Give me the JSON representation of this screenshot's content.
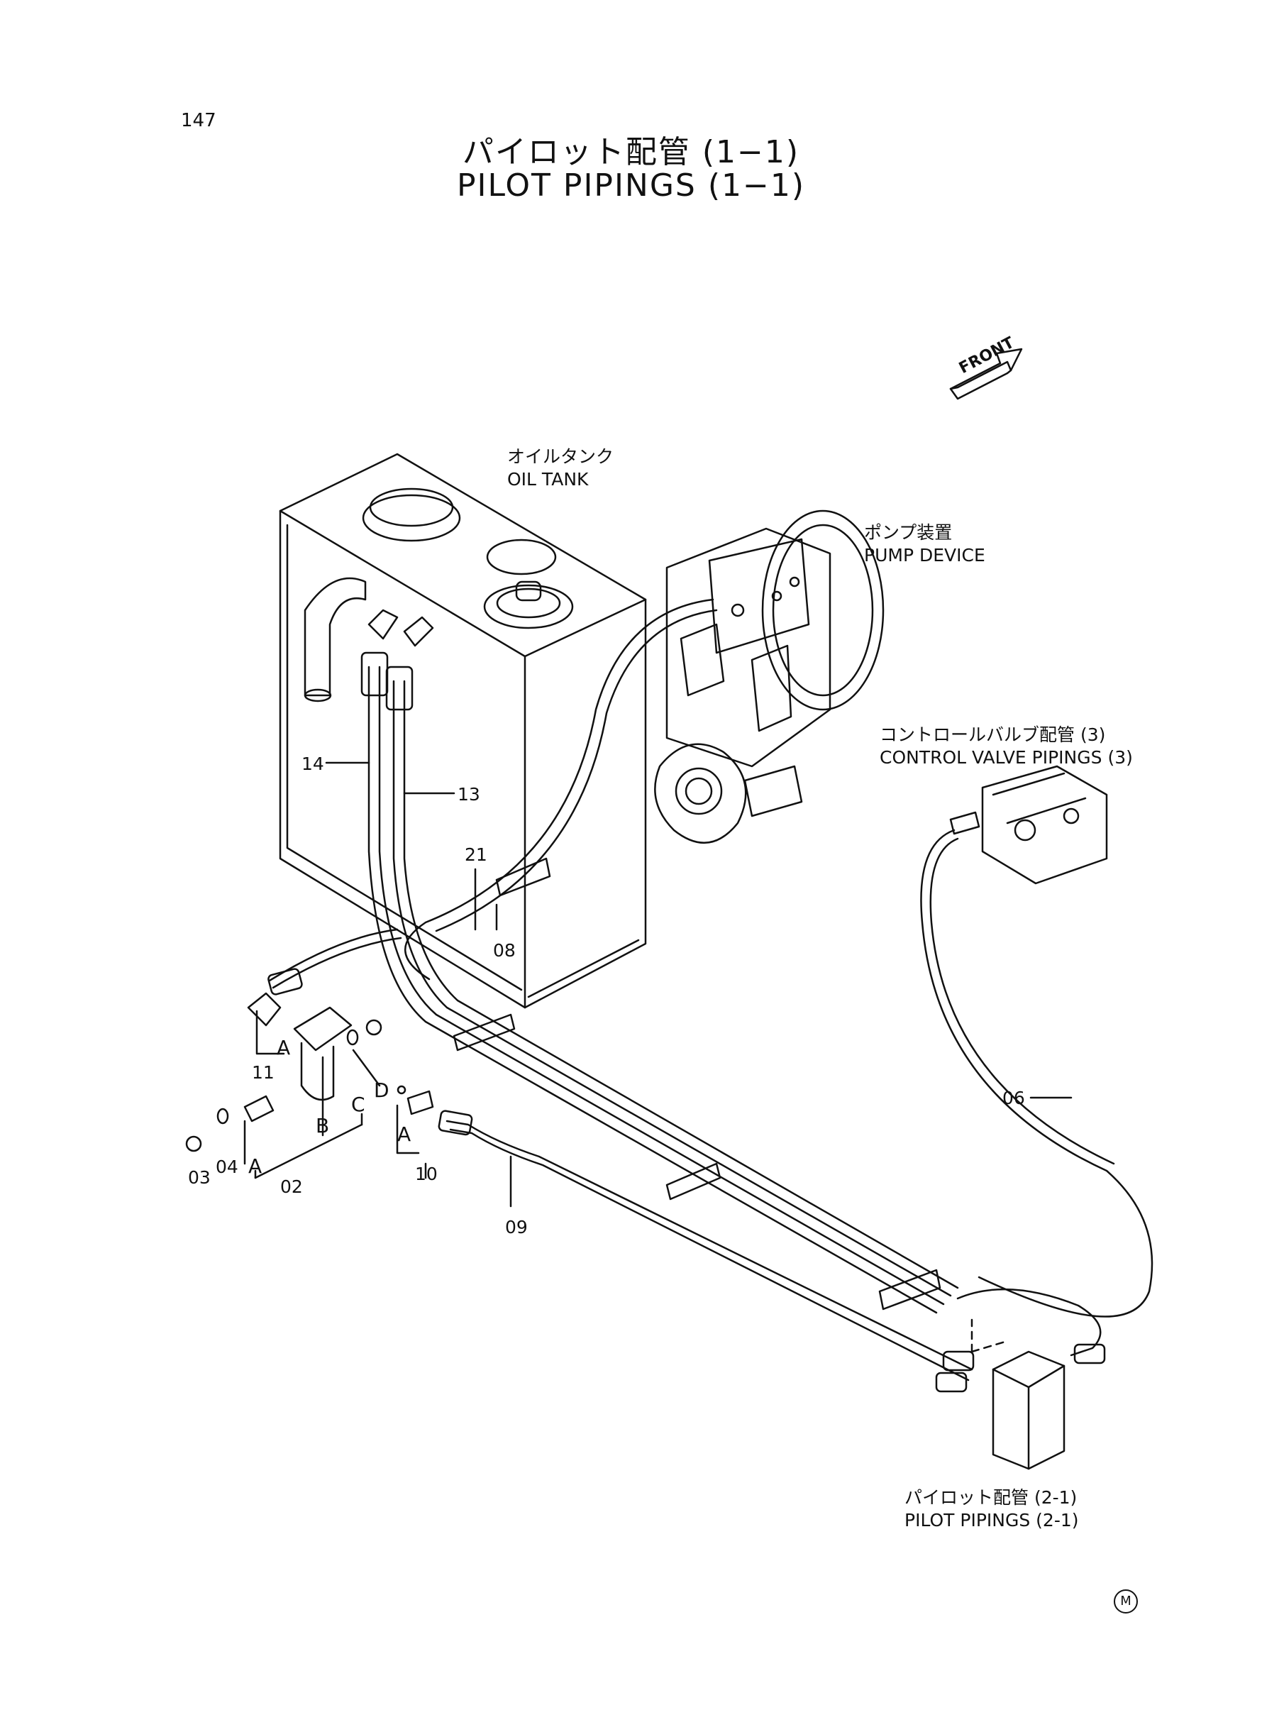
{
  "page": {
    "number": "147"
  },
  "title": {
    "ja": "パイロット配管 (1−1)",
    "en": "PILOT PIPINGS (1−1)"
  },
  "front_label": "FRONT",
  "callouts": {
    "oil_tank": {
      "ja": "オイルタンク",
      "en": "OIL TANK"
    },
    "pump_device": {
      "ja": "ポンプ装置",
      "en": "PUMP DEVICE"
    },
    "control_valve": {
      "ja": "コントロールバルブ配管 (3)",
      "en": "CONTROL VALVE PIPINGS (3)"
    },
    "pilot_2_1": {
      "ja": "パイロット配管 (2-1)",
      "en": "PILOT PIPINGS (2-1)"
    }
  },
  "part_numbers": {
    "p14": "14",
    "p13": "13",
    "p21": "21",
    "p08": "08",
    "p06": "06",
    "p11": "11",
    "p03": "03",
    "p04": "04",
    "p02": "02",
    "p10": "10",
    "p09": "09"
  },
  "letters": {
    "a1": "A",
    "a2": "A",
    "a3": "A",
    "b": "B",
    "c": "C",
    "d": "D"
  },
  "mark": "M"
}
